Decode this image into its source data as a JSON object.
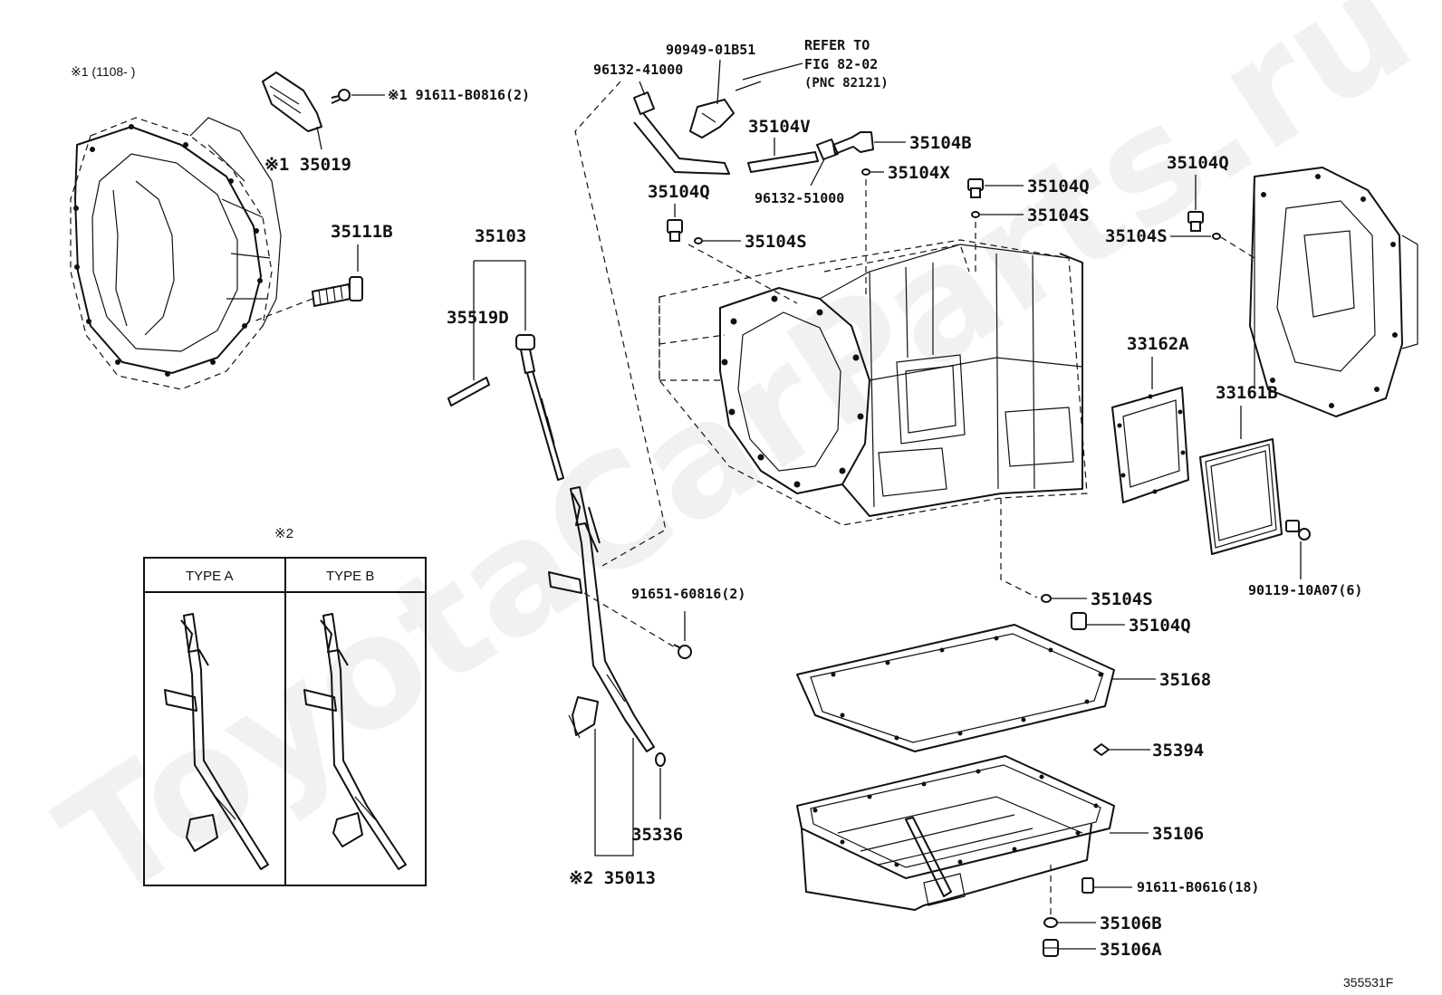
{
  "watermark": "ToyotaCarParts.ru",
  "figure_id": "355531F",
  "note_1": "※1 (1108-    )",
  "refer": {
    "line1": "REFER TO",
    "line2": "FIG 82-02",
    "line3": "(PNC 82121)"
  },
  "inset": {
    "mark": "※2",
    "col_a": "TYPE A",
    "col_b": "TYPE B"
  },
  "labels": {
    "p90949": "90949-01B51",
    "p96132_41": "96132-41000",
    "p91611_b0816": "※1 91611-B0816(2)",
    "p35019": "※1 35019",
    "p35104V": "35104V",
    "p35104B": "35104B",
    "p35104X": "35104X",
    "p96132_51": "96132-51000",
    "p35104Q_a": "35104Q",
    "p35104S_a": "35104S",
    "p35104Q_b": "35104Q",
    "p35104S_b": "35104S",
    "p35104Q_c": "35104Q",
    "p35104S_c": "35104S",
    "p35111B": "35111B",
    "p35103": "35103",
    "p35519D": "35519D",
    "p33162A": "33162A",
    "p33161B": "33161B",
    "p90119": "90119-10A07(6)",
    "p91651": "91651-60816(2)",
    "p35104S_d": "35104S",
    "p35104Q_d": "35104Q",
    "p35168": "35168",
    "p35394": "35394",
    "p35106": "35106",
    "p91611_b0616": "91611-B0616(18)",
    "p35106B": "35106B",
    "p35106A": "35106A",
    "p35336": "35336",
    "p35013": "※2 35013"
  }
}
